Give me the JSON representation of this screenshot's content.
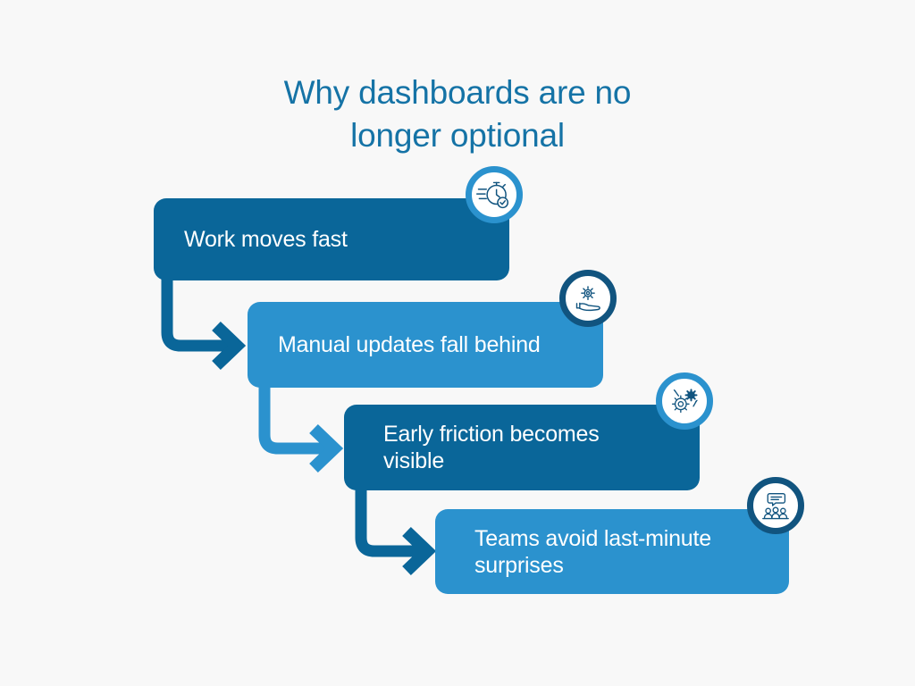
{
  "background_color": "#f8f8f8",
  "title": {
    "line1": "Why dashboards are no",
    "line2": "longer optional",
    "color": "#1573a6"
  },
  "palette": {
    "dark_blue": "#0a6699",
    "light_blue": "#2b92ce",
    "navy_ring": "#11547f",
    "badge_fill": "#ffffff",
    "text_on_bar": "#ffffff"
  },
  "steps": [
    {
      "index": 1,
      "label": "Work moves fast",
      "bar_color": "#0a6699",
      "icon_name": "stopwatch-check-icon",
      "ring_color": "#2b92ce"
    },
    {
      "index": 2,
      "label": "Manual updates fall behind",
      "bar_color": "#2b92ce",
      "icon_name": "hand-holding-gear-icon",
      "ring_color": "#11547f"
    },
    {
      "index": 3,
      "label": "Early friction becomes visible",
      "bar_color": "#0a6699",
      "icon_name": "gears-tools-icon",
      "ring_color": "#2b92ce"
    },
    {
      "index": 4,
      "label": "Teams avoid last-minute surprises",
      "bar_color": "#2b92ce",
      "icon_name": "team-meeting-chat-icon",
      "ring_color": "#11547f"
    }
  ],
  "connectors": [
    {
      "from_step": 1,
      "to_step": 2,
      "color": "#0a6699",
      "icon_name": "elbow-arrow-right-icon"
    },
    {
      "from_step": 2,
      "to_step": 3,
      "color": "#2b92ce",
      "icon_name": "elbow-arrow-right-icon"
    },
    {
      "from_step": 3,
      "to_step": 4,
      "color": "#0a6699",
      "icon_name": "elbow-arrow-right-icon"
    }
  ]
}
